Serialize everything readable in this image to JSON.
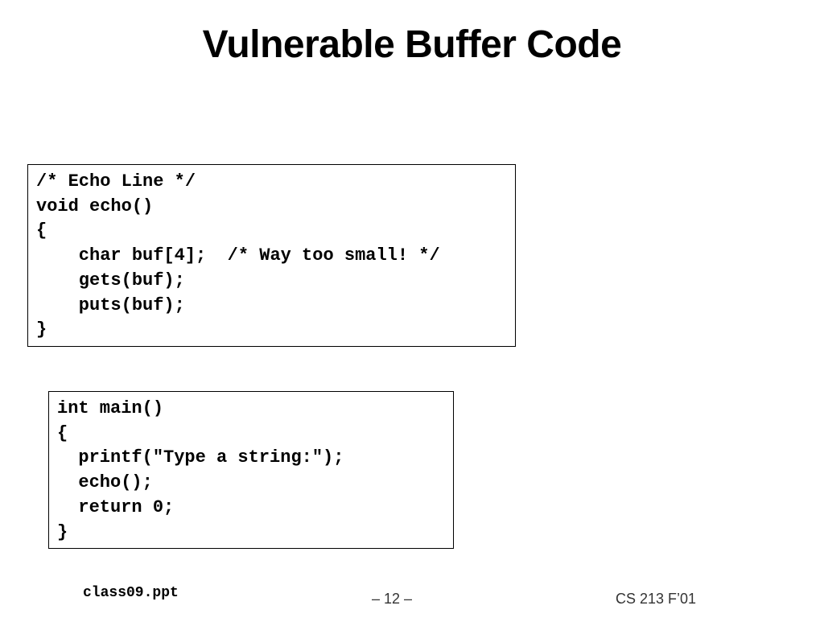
{
  "slide": {
    "title": "Vulnerable Buffer Code",
    "code_blocks": {
      "echo": "/* Echo Line */\nvoid echo()\n{\n    char buf[4];  /* Way too small! */\n    gets(buf);\n    puts(buf);\n}",
      "main": "int main()\n{\n  printf(\"Type a string:\");\n  echo();\n  return 0;\n}"
    },
    "footer": {
      "filename": "class09.ppt",
      "page": "– 12 –",
      "course": "CS 213 F’01"
    }
  }
}
